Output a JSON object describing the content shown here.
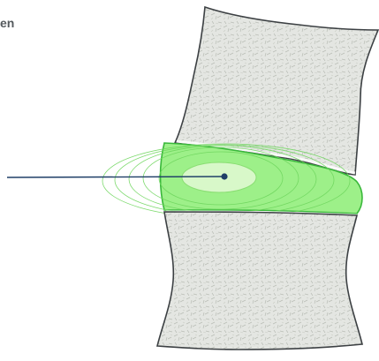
{
  "diagram": {
    "label": "en",
    "colors": {
      "bone_fill": "#e4e6e2",
      "bone_texture": "#b9bdb6",
      "outline": "#3c4043",
      "disc_fill": "#9df089",
      "disc_stroke": "#39b83a",
      "nucleus_fill": "#d8f8c9",
      "pointer": "#1f3f67"
    },
    "structures": [
      {
        "name": "upper-vertebra"
      },
      {
        "name": "intervertebral-disc"
      },
      {
        "name": "nucleus-pulposus"
      },
      {
        "name": "lower-vertebra"
      }
    ]
  }
}
